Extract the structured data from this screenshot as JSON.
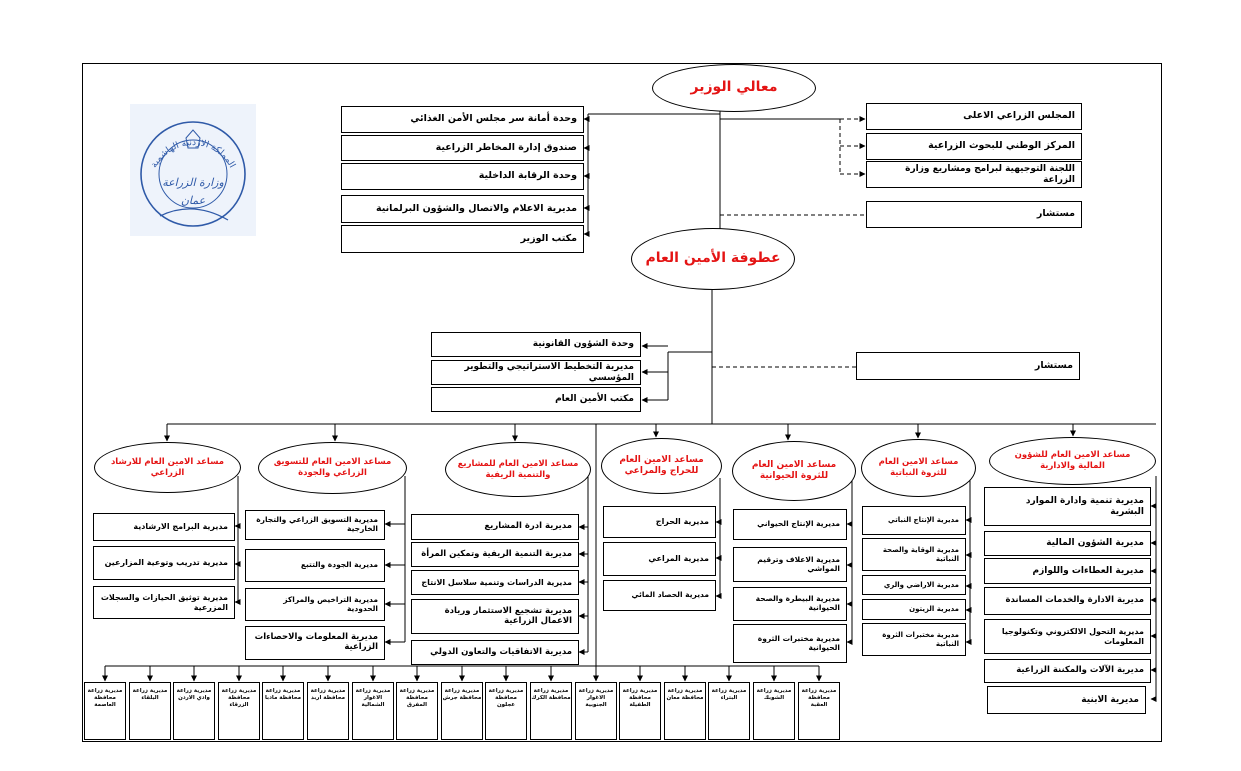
{
  "colors": {
    "accent": "#e41414",
    "seal": "#2f5aa8"
  },
  "seal": {
    "icon": "ministry-seal-logo",
    "text_top": "المملكة الاردنية الهاشمية",
    "text_mid": "وزارة الزراعة",
    "text_bottom": "عمان"
  },
  "minister": "معالي الوزير",
  "secretary_general": "عطوفة الأمين العام",
  "minister_left": [
    "وحدة أمانة سر مجلس الأمن الغذائي",
    "صندوق إدارة المخاطر الزراعية",
    "وحدة الرقابة الداخلية",
    "مديرية الاعلام والاتصال والشؤون البرلمانية",
    "مكتب الوزير"
  ],
  "minister_right": [
    "المجلس الزراعي الاعلى",
    "المركز الوطني للبحوث الزراعية",
    "اللجنة التوجيهية لبرامج ومشاريع وزارة الزراعة"
  ],
  "minister_advisor": "مستشار",
  "sg_left": [
    "وحدة الشؤون القانونية",
    "مديرية التخطيط الاستراتيجي والتطوير المؤسسي",
    "مكتب الأمين العام"
  ],
  "sg_advisor": "مستشار",
  "assistants": [
    {
      "title": "مساعد الامين العام للارشاد الزراعي",
      "units": [
        "مديرية البرامج الارشادية",
        "مديرية تدريب وتوعية المزارعين",
        "مديرية توثيق الحيازات والسجلات المزرعية"
      ]
    },
    {
      "title": "مساعد الامين العام للتسويق الزراعي والجودة",
      "units": [
        "مديرية التسويق الزراعي والتجارة الخارجية",
        "مديرية الجودة والتتبع",
        "مديرية التراخيص والمراكز الحدودية",
        "مديرية المعلومات والاحصاءات الزراعية"
      ]
    },
    {
      "title": "مساعد الامين العام للمشاريع والتنمية الريفية",
      "units": [
        "مديرية ادرة المشاريع",
        "مديرية التنمية الريفية وتمكين المرأة",
        "مديرية الدراسات وتنمية سلاسل الانتاج",
        "مديرية تشجيع الاستثمار وريادة الاعمال الزراعية",
        "مديرية الاتفاقيات والتعاون الدولي"
      ]
    },
    {
      "title": "مساعد الامين العام للحراج والمراعي",
      "units": [
        "مديرية الحراج",
        "مديرية المراعي",
        "مديرية الحصاد المائي"
      ]
    },
    {
      "title": "مساعد الامين العام للثروة الحيوانية",
      "units": [
        "مديرية الإنتاج الحيواني",
        "مديرية الاعلاف وترقيم المواشي",
        "مديرية البيطرة والصحة الحيوانية",
        "مديرية مختبرات الثروة الحيوانية"
      ]
    },
    {
      "title": "مساعد الامين العام للثروة النباتية",
      "units": [
        "مديرية الإنتاج النباتي",
        "مديرية الوقاية والصحة النباتية",
        "مديرية الاراضي والري",
        "مديرية الزيتون",
        "مديرية مختبرات الثروة النباتية"
      ]
    },
    {
      "title": "مساعد الامين العام للشؤون المالية والادارية",
      "units": [
        "مديرية تنمية وادارة الموارد البشرية",
        "مديرية الشؤون المالية",
        "مديرية العطاءات واللوازم",
        "مديرية الادارة والخدمات المساندة",
        "مديرية التحول الالكتروني وتكنولوجيا المعلومات",
        "مديرية الآلات والمكننة الزراعية",
        "مديرية الابنية"
      ]
    }
  ],
  "governorates": [
    "مديرية زراعة محافظة العاصمة",
    "مديرية زراعة البلقاء",
    "مديرية زراعة وادي الاردن",
    "مديرية زراعة محافظة الزرقاء",
    "مديرية زراعة محافظة مادبا",
    "مديرية زراعة محافظة اربد",
    "مديرية زراعة الاغوار الشمالية",
    "مديرية زراعة محافظة المفرق",
    "مديرية زراعة محافظة جرش",
    "مديرية زراعة محافظة عجلون",
    "مديرية زراعة محافظة الكرك",
    "مديرية زراعة الاغوار الجنوبية",
    "مديرية زراعة محافظة الطفيلة",
    "مديرية زراعة محافظة معان",
    "مديرية زراعة البتراء",
    "مديرية زراعة الشوبك",
    "مديرية زراعة محافظة العقبة"
  ]
}
